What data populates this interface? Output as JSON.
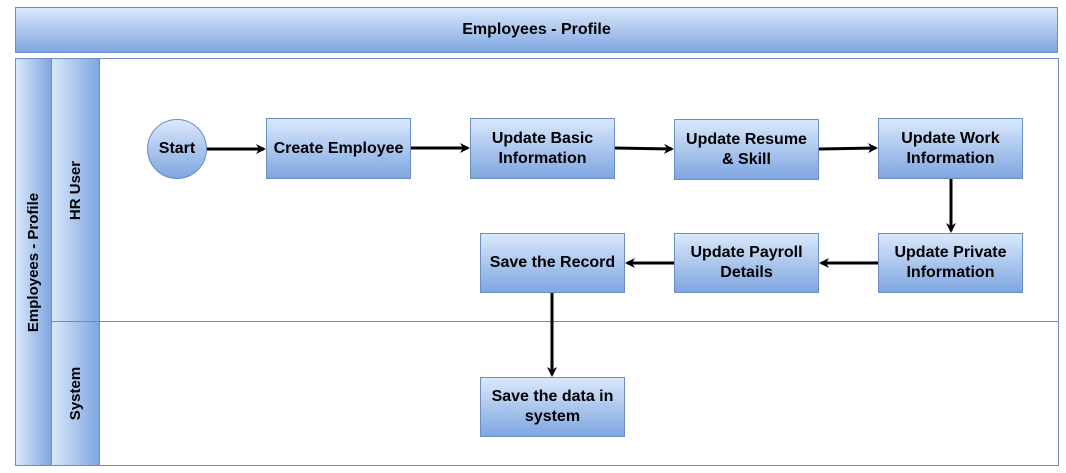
{
  "title": "Employees - Profile",
  "pool": {
    "label": "Employees - Profile"
  },
  "lanes": [
    {
      "label": "HR User"
    },
    {
      "label": "System"
    }
  ],
  "nodes": {
    "start": "Start",
    "create_employee": "Create Employee",
    "update_basic": "Update Basic\nInformation",
    "update_resume": "Update Resume\n& Skill",
    "update_work": "Update Work\nInformation",
    "update_private": "Update Private\nInformation",
    "update_payroll": "Update Payroll\nDetails",
    "save_record": "Save the Record",
    "save_system": "Save the data in\nsystem"
  },
  "colors": {
    "fill_top": "#dae8fc",
    "fill_bottom": "#7ea6e0",
    "stroke": "#6c8ebf",
    "arrow": "#000000"
  }
}
